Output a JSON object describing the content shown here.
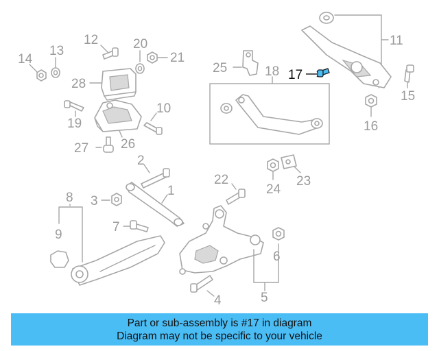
{
  "callouts": {
    "c1": "1",
    "c2": "2",
    "c3": "3",
    "c4": "4",
    "c5": "5",
    "c6": "6",
    "c7": "7",
    "c8": "8",
    "c9": "9",
    "c10": "10",
    "c11": "11",
    "c12": "12",
    "c13": "13",
    "c14": "14",
    "c15": "15",
    "c16": "16",
    "c17": "17",
    "c18": "18",
    "c19": "19",
    "c20": "20",
    "c21": "21",
    "c22": "22",
    "c23": "23",
    "c24": "24",
    "c25": "25",
    "c26": "26",
    "c27": "27",
    "c28": "28"
  },
  "highlight": {
    "part": "17",
    "color": "#4bbdf5"
  },
  "banner": {
    "line1": "Part or sub-assembly is #17 in diagram",
    "line2": "Diagram may not be specific to your vehicle",
    "background": "#4bbdf5"
  }
}
